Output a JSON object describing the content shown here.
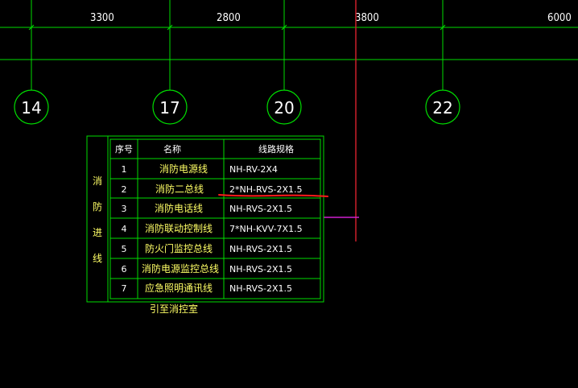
{
  "colors": {
    "background": "#000000",
    "grid_line": "#00dd00",
    "text": "#ffffff",
    "text_yellow": "#ffff66",
    "red_line": "#cc1f2a",
    "magenta_line": "#d020d0",
    "red_markup": "#ff1a1a"
  },
  "dimensions": [
    "3300",
    "2800",
    "3800",
    "6000"
  ],
  "axes": [
    "14",
    "17",
    "20",
    "22"
  ],
  "table": {
    "side_title": [
      "消",
      "防",
      "进",
      "线"
    ],
    "headers": {
      "no": "序号",
      "name": "名称",
      "spec": "线路规格"
    },
    "rows": [
      {
        "no": "1",
        "name": "消防电源线",
        "spec": "NH-RV-2X4"
      },
      {
        "no": "2",
        "name": "消防二总线",
        "spec": "2*NH-RVS-2X1.5"
      },
      {
        "no": "3",
        "name": "消防电话线",
        "spec": "NH-RVS-2X1.5"
      },
      {
        "no": "4",
        "name": "消防联动控制线",
        "spec": "7*NH-KVV-7X1.5"
      },
      {
        "no": "5",
        "name": "防火门监控总线",
        "spec": "NH-RVS-2X1.5"
      },
      {
        "no": "6",
        "name": "消防电源监控总线",
        "spec": "NH-RVS-2X1.5"
      },
      {
        "no": "7",
        "name": "应急照明通讯线",
        "spec": "NH-RVS-2X1.5"
      }
    ],
    "footer": "引至消控室"
  }
}
